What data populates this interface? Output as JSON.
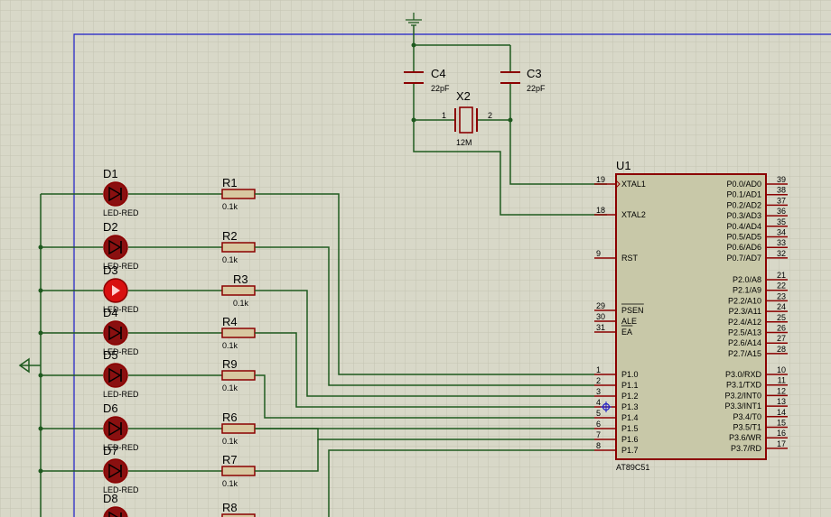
{
  "colors": {
    "background": "#d8d8c8",
    "grid": "#c6c6b4",
    "wire": "#1f5a1f",
    "component": "#8b0000",
    "ic_fill": "#c8c8a8",
    "resistor_fill": "#d8c8a0",
    "sheet_border": "#1c1cc8",
    "led_on": "#d81010",
    "led_off": "#8a1010"
  },
  "mcu": {
    "ref": "U1",
    "part": "AT89C51",
    "left_pins": [
      {
        "num": "19",
        "name": "XTAL1"
      },
      {
        "num": "18",
        "name": "XTAL2"
      },
      {
        "num": "9",
        "name": "RST"
      },
      {
        "num": "29",
        "name": "PSEN"
      },
      {
        "num": "30",
        "name": "ALE"
      },
      {
        "num": "31",
        "name": "EA"
      },
      {
        "num": "1",
        "name": "P1.0"
      },
      {
        "num": "2",
        "name": "P1.1"
      },
      {
        "num": "3",
        "name": "P1.2"
      },
      {
        "num": "4",
        "name": "P1.3"
      },
      {
        "num": "5",
        "name": "P1.4"
      },
      {
        "num": "6",
        "name": "P1.5"
      },
      {
        "num": "7",
        "name": "P1.6"
      },
      {
        "num": "8",
        "name": "P1.7"
      }
    ],
    "right_pins": [
      {
        "num": "39",
        "name": "P0.0/AD0"
      },
      {
        "num": "38",
        "name": "P0.1/AD1"
      },
      {
        "num": "37",
        "name": "P0.2/AD2"
      },
      {
        "num": "36",
        "name": "P0.3/AD3"
      },
      {
        "num": "35",
        "name": "P0.4/AD4"
      },
      {
        "num": "34",
        "name": "P0.5/AD5"
      },
      {
        "num": "33",
        "name": "P0.6/AD6"
      },
      {
        "num": "32",
        "name": "P0.7/AD7"
      },
      {
        "num": "21",
        "name": "P2.0/A8"
      },
      {
        "num": "22",
        "name": "P2.1/A9"
      },
      {
        "num": "23",
        "name": "P2.2/A10"
      },
      {
        "num": "24",
        "name": "P2.3/A11"
      },
      {
        "num": "25",
        "name": "P2.4/A12"
      },
      {
        "num": "26",
        "name": "P2.5/A13"
      },
      {
        "num": "27",
        "name": "P2.6/A14"
      },
      {
        "num": "28",
        "name": "P2.7/A15"
      },
      {
        "num": "10",
        "name": "P3.0/RXD"
      },
      {
        "num": "11",
        "name": "P3.1/TXD"
      },
      {
        "num": "12",
        "name": "P3.2/INT0"
      },
      {
        "num": "13",
        "name": "P3.3/INT1"
      },
      {
        "num": "14",
        "name": "P3.4/T0"
      },
      {
        "num": "15",
        "name": "P3.5/T1"
      },
      {
        "num": "16",
        "name": "P3.6/WR"
      },
      {
        "num": "17",
        "name": "P3.7/RD"
      }
    ]
  },
  "crystal": {
    "ref": "X2",
    "value": "12M",
    "pin1": "1",
    "pin2": "2"
  },
  "capacitors": [
    {
      "ref": "C4",
      "value": "22pF"
    },
    {
      "ref": "C3",
      "value": "22pF"
    }
  ],
  "leds": [
    {
      "ref": "D1",
      "value": "LED-RED",
      "lit": false
    },
    {
      "ref": "D2",
      "value": "LED-RED",
      "lit": false
    },
    {
      "ref": "D3",
      "value": "LED-RED",
      "lit": true
    },
    {
      "ref": "D4",
      "value": "LED-RED",
      "lit": false
    },
    {
      "ref": "D5",
      "value": "LED-RED",
      "lit": false
    },
    {
      "ref": "D6",
      "value": "LED-RED",
      "lit": false
    },
    {
      "ref": "D7",
      "value": "LED-RED",
      "lit": false
    },
    {
      "ref": "D8",
      "value": "",
      "lit": false
    }
  ],
  "resistors": [
    {
      "ref": "R1",
      "value": "0.1k"
    },
    {
      "ref": "R2",
      "value": "0.1k"
    },
    {
      "ref": "R3",
      "value": "0.1k"
    },
    {
      "ref": "R4",
      "value": "0.1k"
    },
    {
      "ref": "R9",
      "value": "0.1k"
    },
    {
      "ref": "R6",
      "value": "0.1k"
    },
    {
      "ref": "R7",
      "value": "0.1k"
    },
    {
      "ref": "R8",
      "value": ""
    }
  ]
}
